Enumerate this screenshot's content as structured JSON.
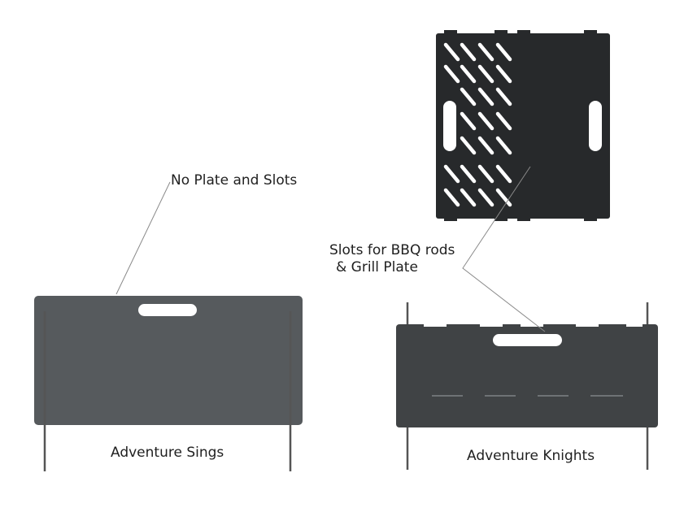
{
  "labels": {
    "no_plate": "No Plate and Slots",
    "slots_line1": "Slots for BBQ rods",
    "slots_line2": "& Grill Plate",
    "sings": "Adventure Sings",
    "knights": "Adventure Knights"
  },
  "colors": {
    "sings_panel": "#565a5d",
    "knights_panel": "#404345",
    "grill_plate": "#27292b",
    "rod": "#555555",
    "leader": "#8a8a8a",
    "background": "#ffffff"
  }
}
